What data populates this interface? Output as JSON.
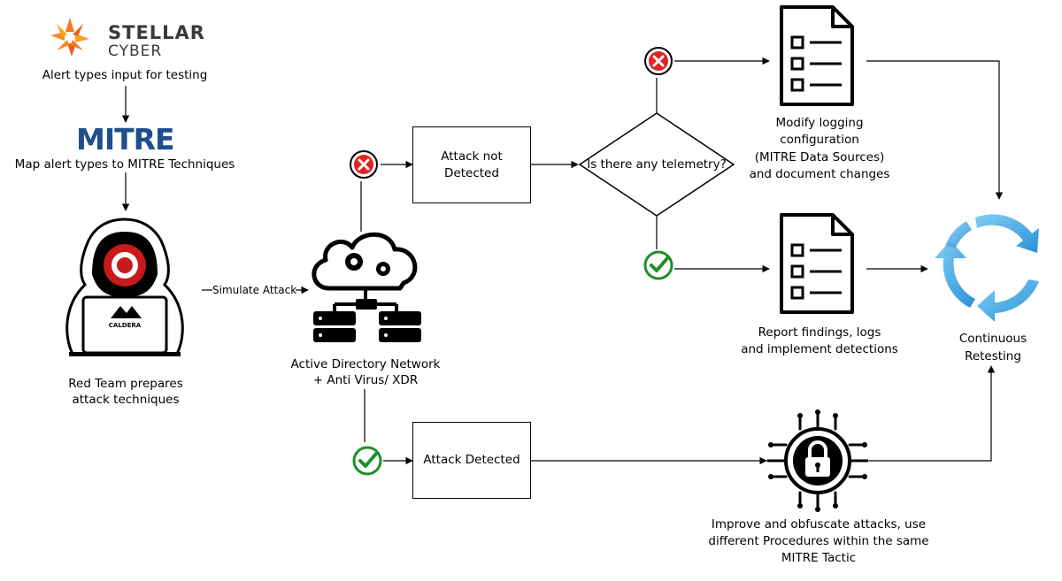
{
  "logos": {
    "stellar_line1": "STELLAR",
    "stellar_line2": "CYBER",
    "mitre": "MITRE",
    "caldera": "CALDERA"
  },
  "labels": {
    "alert_types_input": "Alert types input for testing",
    "map_alert_types": "Map alert types to MITRE Techniques",
    "red_team": [
      "Red Team prepares",
      "attack techniques"
    ],
    "simulate_attack": "Simulate Attack",
    "network": [
      "Active Directory  Network",
      "+ Anti Virus/ XDR"
    ],
    "attack_not_detected": [
      "Attack not",
      "Detected"
    ],
    "attack_detected": "Attack Detected",
    "telemetry_question": "Is there any telemetry?",
    "modify_logging": [
      "Modify logging",
      "configuration",
      "(MITRE Data Sources)",
      "and document changes"
    ],
    "report_findings": [
      "Report findings, logs",
      "and implement detections"
    ],
    "continuous_retesting": [
      "Continuous",
      "Retesting"
    ],
    "improve_attacks": [
      "Improve and obfuscate attacks, use",
      "different Procedures within the same",
      "MITRE Tactic"
    ]
  },
  "icons": {
    "fail": "red-x-circle-icon",
    "pass": "green-check-circle-icon",
    "document": "checklist-document-icon",
    "cycle": "circular-arrows-icon",
    "lock": "circuit-lock-icon",
    "hacker": "hooded-hacker-icon",
    "cloud_servers": "cloud-servers-icon"
  },
  "colors": {
    "fail_red": "#e32222",
    "pass_green": "#1e8f2a",
    "mitre_blue": "#1f4e8c",
    "stellar_orange": "#f07a21",
    "cycle_blue": "#4aa8e6",
    "line": "#000000"
  }
}
